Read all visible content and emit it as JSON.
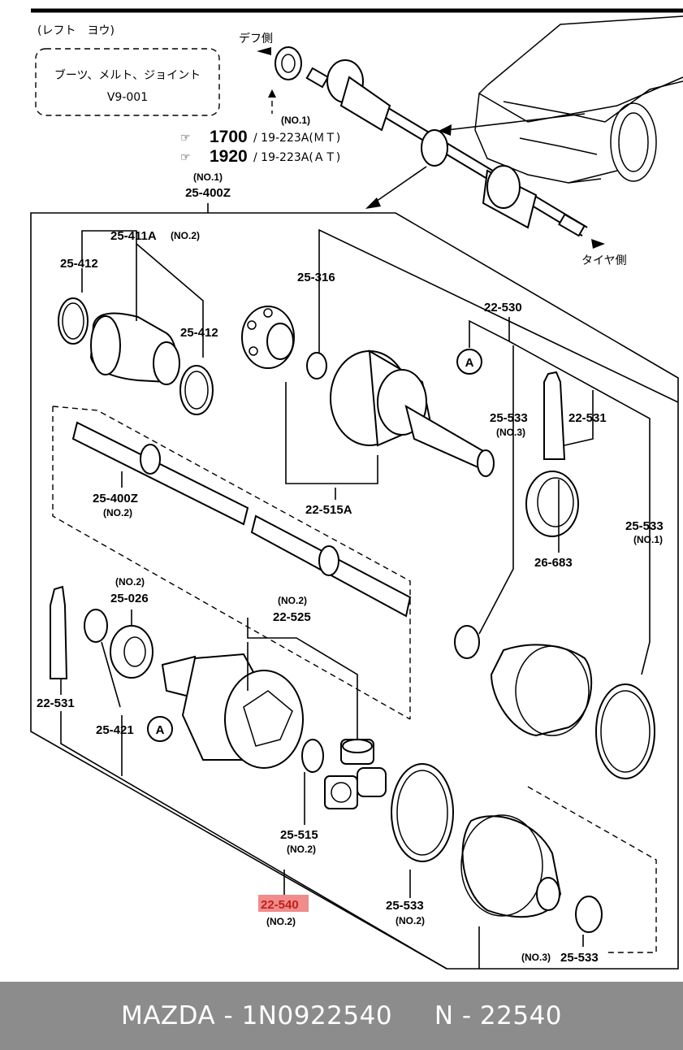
{
  "header": {
    "side": "(レフト　ヨウ)"
  },
  "note_box": {
    "line1": "ブーツ、メルト、ジョイント",
    "line2": "V9-001"
  },
  "top_callouts": {
    "diff_side": "デフ側",
    "tire_side": "タイヤ側",
    "no1": "(NO.1)",
    "ref1_num": "1700",
    "ref1_text": "/ 19-223A(ＭＴ)",
    "ref2_num": "1920",
    "ref2_text": "/ 19-223A(ＡＴ)",
    "assembly_no": "(NO.1)",
    "assembly": "25-400Z"
  },
  "parts": {
    "p25_411A": "25-411A",
    "p25_411A_no": "(NO.2)",
    "p25_412_a": "25-412",
    "p25_412_b": "25-412",
    "p25_316": "25-316",
    "p22_530": "22-530",
    "marker_a_1": "A",
    "p25_533_a": "25-533",
    "p25_533_a_no": "(NO.3)",
    "p22_531_a": "22-531",
    "p25_400Z": "25-400Z",
    "p25_400Z_no": "(NO.2)",
    "p22_515A": "22-515A",
    "p26_683": "26-683",
    "p25_533_b": "25-533",
    "p25_533_b_no": "(NO.1)",
    "p25_026_no": "(NO.2)",
    "p25_026": "25-026",
    "p22_525_no": "(NO.2)",
    "p22_525": "22-525",
    "p22_531_b": "22-531",
    "p25_421": "25-421",
    "marker_a_2": "A",
    "p25_515": "25-515",
    "p25_515_no": "(NO.2)",
    "p22_540": "22-540",
    "p22_540_no": "(NO.2)",
    "p25_533_c": "25-533",
    "p25_533_c_no": "(NO.2)",
    "p25_533_d_no": "(NO.3)",
    "p25_533_d": "25-533"
  },
  "highlight_color": "#f08c8c",
  "footer": {
    "text": "MAZDA - 1N0922540     N - 22540"
  }
}
